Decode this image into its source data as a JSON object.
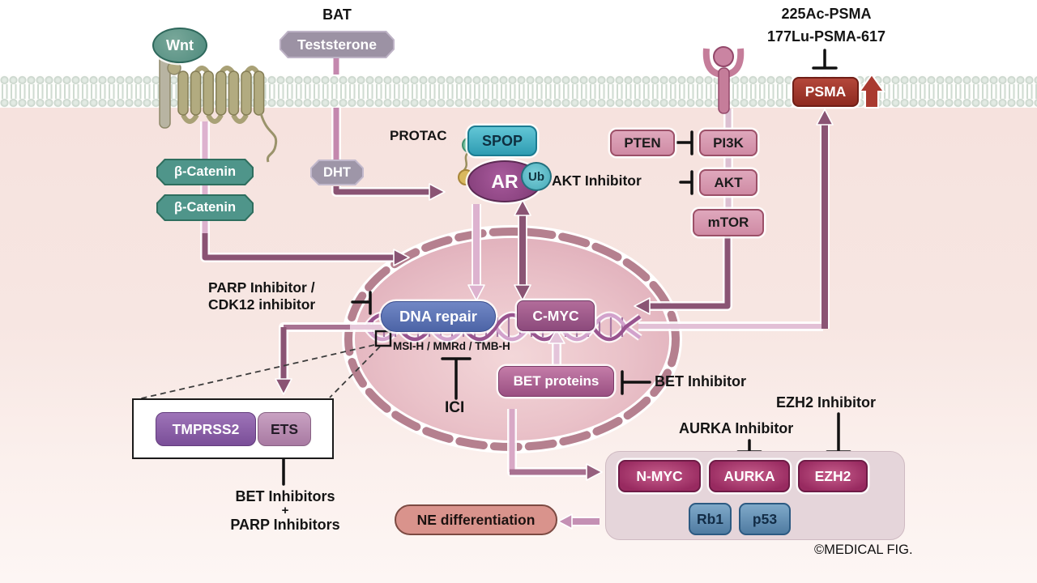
{
  "credit": "©MEDICAL FIG.",
  "wnt_pathway": {
    "ligand": "Wnt",
    "b_catenin": "β-Catenin"
  },
  "androgen_pathway": {
    "bat": "BAT",
    "testosterone": "Teststerone",
    "dht": "DHT",
    "protac": "PROTAC",
    "spop": "SPOP",
    "ar": "AR",
    "ub": "Ub"
  },
  "pi3k_pathway": {
    "pten": "PTEN",
    "pi3k": "PI3K",
    "akt": "AKT",
    "mtor": "mTOR",
    "akt_inhibitor": "AKT Inhibitor"
  },
  "psma_pathway": {
    "therapy_line1": "225Ac-PSMA",
    "therapy_line2": "177Lu-PSMA-617",
    "psma": "PSMA"
  },
  "nucleus": {
    "dna_repair": "DNA repair",
    "c_myc": "C-MYC",
    "biomarkers": "MSI-H / MMRd / TMB-H",
    "ici": "ICI",
    "bet_proteins": "BET proteins",
    "bet_inhibitor": "BET Inhibitor",
    "parp_inhibitor_line1": "PARP Inhibitor /",
    "parp_inhibitor_line2": "CDK12 inhibitor"
  },
  "fusion": {
    "tmprss2": "TMPRSS2",
    "ets": "ETS",
    "therapy_line1": "BET Inhibitors",
    "therapy_line2": "+",
    "therapy_line3": "PARP Inhibitors"
  },
  "nepc": {
    "ne_differentiation": "NE differentiation",
    "n_myc": "N-MYC",
    "aurka": "AURKA",
    "ezh2": "EZH2",
    "rb1": "Rb1",
    "p53": "p53",
    "aurka_inhibitor": "AURKA Inhibitor",
    "ezh2_inhibitor": "EZH2 Inhibitor"
  },
  "colors": {
    "arrow_dark": "#8a5474",
    "arrow_light": "#ddb2cf",
    "inhibitor_bar": "#111111",
    "psma_red": "#a5352c",
    "up_red": "#a93a30",
    "down_blue": "#2e62c2",
    "teal": "#4f958a",
    "nepc_magenta": "#982a60",
    "membrane_green": "#c8d4ca",
    "nucleus_pink": "#eac2c9"
  }
}
